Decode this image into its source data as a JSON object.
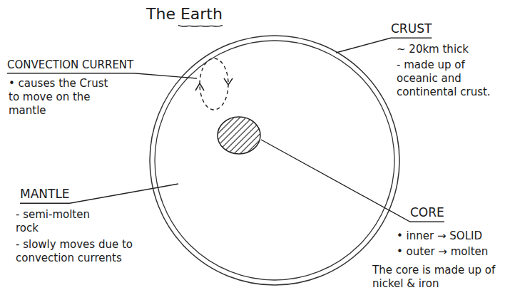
{
  "diagram": {
    "title": "The Earth",
    "labels": [
      "CONVECTION CURRENT",
      "• causes the Crust to move on the mantle",
      "CRUST",
      "~ 20km thick",
      "- made up of oceanic and continental crust.",
      "MANTLE",
      "- semi-molten rock",
      "- slowly moves due to convection currents",
      "CORE",
      "• inner → SOLID",
      "• outer → molten",
      "The core is made up of nickel & iron"
    ]
  }
}
